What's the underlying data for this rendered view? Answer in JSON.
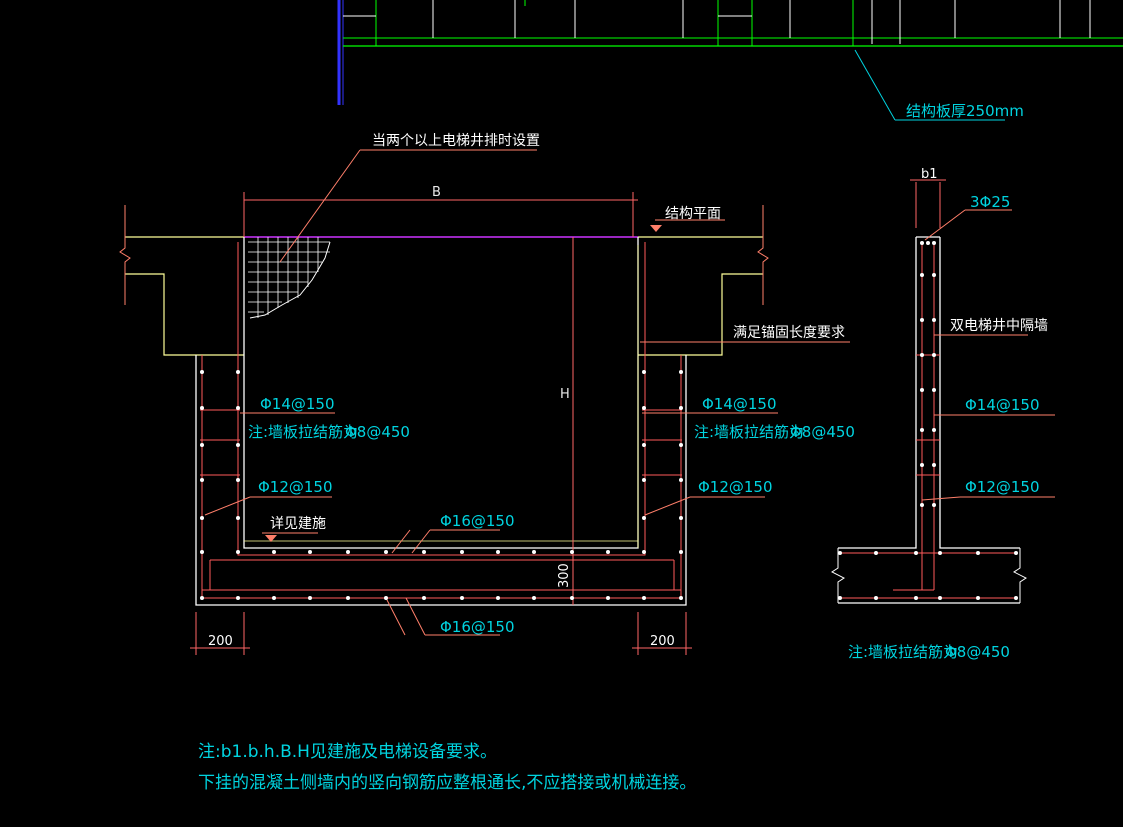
{
  "colors": {
    "background": "#000000",
    "text": "#00d4e0",
    "concrete": "#ffffff",
    "rebar": "#ff5a5a",
    "dim": "#ff6666",
    "leader": "#ff7f6a",
    "slab": "#ffff99",
    "green": "#00ff00",
    "magenta": "#cc33ff",
    "hatch": "#ffffff",
    "blue": "#3333ff"
  },
  "labels": {
    "slab_thickness": "结构板厚250mm",
    "two_elevators": "当两个以上电梯井排时设置",
    "dim_b": "B",
    "structure_plane": "结构平面",
    "anchor_length": "满足锚固长度要求",
    "dim_h": "H",
    "wall_rebar_left": "Φ14@150",
    "tie_note_left": "注:墙板拉结筋为",
    "tie_spec_left": "Φ8@450",
    "wall_rebar_right": "Φ14@150",
    "tie_note_right": "注:墙板拉结筋为",
    "tie_spec_right": "Φ8@450",
    "horiz_rebar_left": "Φ12@150",
    "horiz_rebar_right": "Φ12@150",
    "see_arch": "详见建施",
    "slab_top_rebar": "Φ16@150",
    "slab_bot_rebar": "Φ16@150",
    "dim_300": "300",
    "dim_200_left": "200",
    "dim_200_right": "200",
    "detail_b1": "b1",
    "detail_top_bars": "3Φ25",
    "detail_wall": "双电梯井中隔墙",
    "detail_vert": "Φ14@150",
    "detail_horiz": "Φ12@150",
    "detail_tie_note": "注:墙板拉结筋为",
    "detail_tie_spec": "Φ8@450",
    "note_line1": "注:b1.b.h.B.H见建施及电梯设备要求。",
    "note_line2": "下挂的混凝土侧墙内的竖向钢筋应整根通长,不应搭接或机械连接。"
  }
}
